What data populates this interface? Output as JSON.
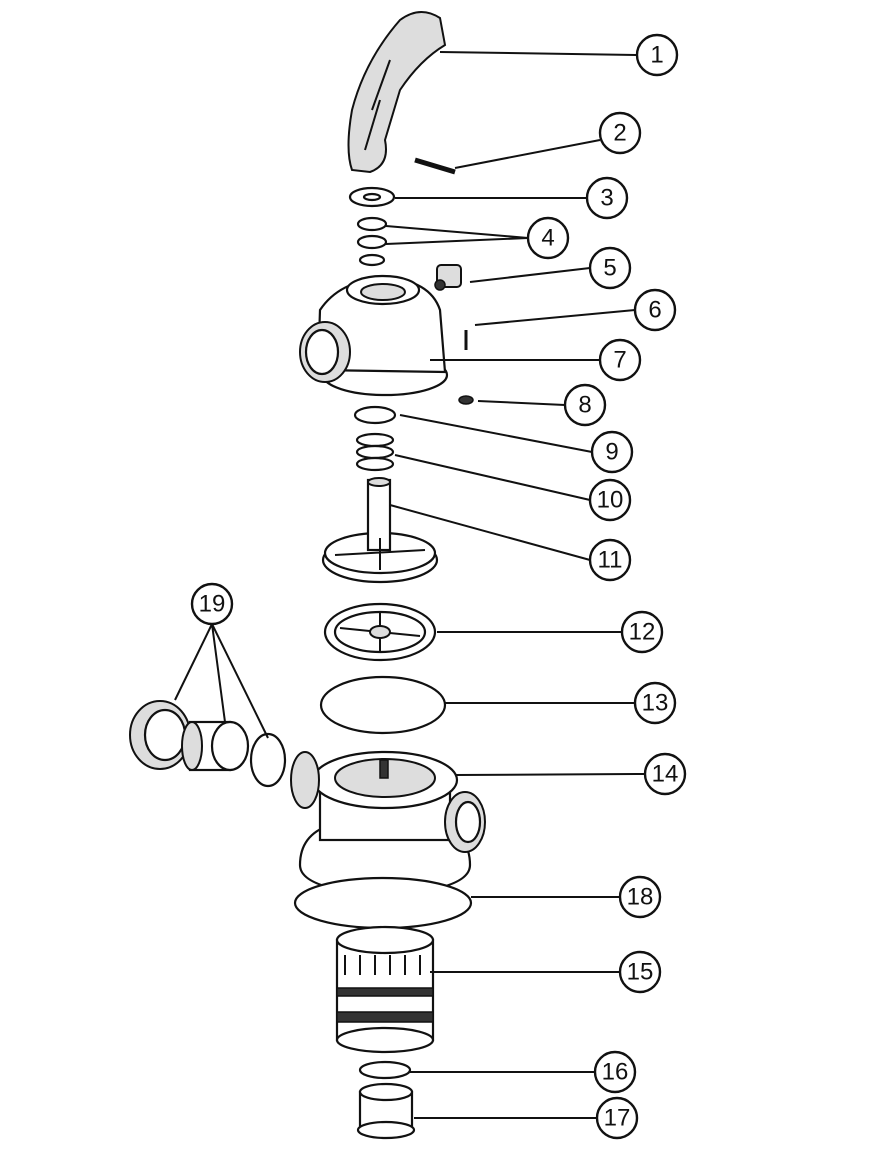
{
  "diagram": {
    "type": "exploded parts diagram",
    "callouts": [
      "1",
      "2",
      "3",
      "4",
      "5",
      "6",
      "7",
      "8",
      "9",
      "10",
      "11",
      "12",
      "13",
      "14",
      "15",
      "16",
      "17",
      "18",
      "19"
    ]
  }
}
